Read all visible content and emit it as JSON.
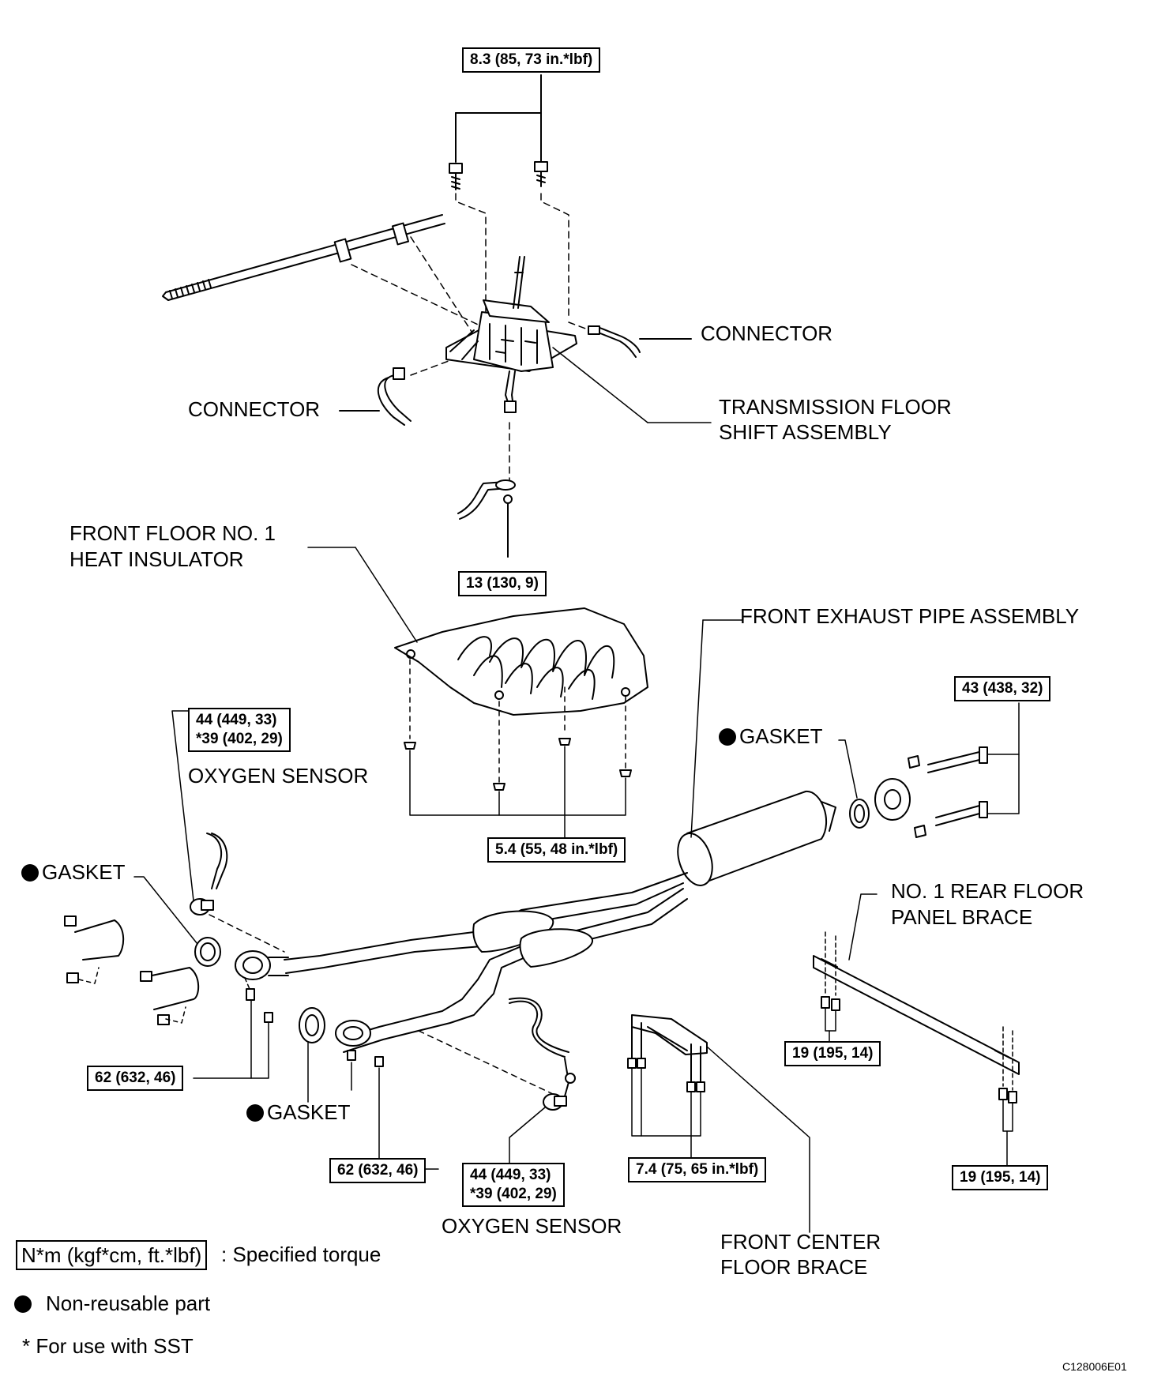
{
  "labels": {
    "connector_right": "CONNECTOR",
    "connector_left": "CONNECTOR",
    "transmission_line1": "TRANSMISSION FLOOR",
    "transmission_line2": "SHIFT ASSEMBLY",
    "heat_insulator_line1": "FRONT FLOOR NO. 1",
    "heat_insulator_line2": "HEAT INSULATOR",
    "front_exhaust_pipe": "FRONT EXHAUST PIPE ASSEMBLY",
    "gasket_upper_right": "GASKET",
    "oxygen_sensor_upper": "OXYGEN SENSOR",
    "gasket_left": "GASKET",
    "rear_floor_brace_line1": "NO. 1 REAR FLOOR",
    "rear_floor_brace_line2": "PANEL BRACE",
    "gasket_bottom": "GASKET",
    "oxygen_sensor_lower": "OXYGEN SENSOR",
    "center_brace_line1": "FRONT CENTER",
    "center_brace_line2": "FLOOR BRACE"
  },
  "torques": {
    "shift_bolts": "8.3 (85, 73 in.*lbf)",
    "shift_nut": "13 (130, 9)",
    "o2_upper_line1": "44 (449, 33)",
    "o2_upper_line2": "*39 (402, 29)",
    "insulator_nuts": "5.4 (55, 48 in.*lbf)",
    "rear_flange": "43 (438, 32)",
    "left_flange": "62 (632, 46)",
    "right_flange": "62 (632, 46)",
    "o2_lower_line1": "44 (449, 33)",
    "o2_lower_line2": "*39 (402, 29)",
    "center_brace": "7.4 (75, 65 in.*lbf)",
    "rear_brace_left": "19 (195, 14)",
    "rear_brace_right": "19 (195, 14)"
  },
  "legend": {
    "torque_box": "N*m (kgf*cm, ft.*lbf)",
    "torque_text": ": Specified torque",
    "nonreusable": "Non-reusable part",
    "sst": "* For use with SST"
  },
  "figure_code": "C128006E01"
}
